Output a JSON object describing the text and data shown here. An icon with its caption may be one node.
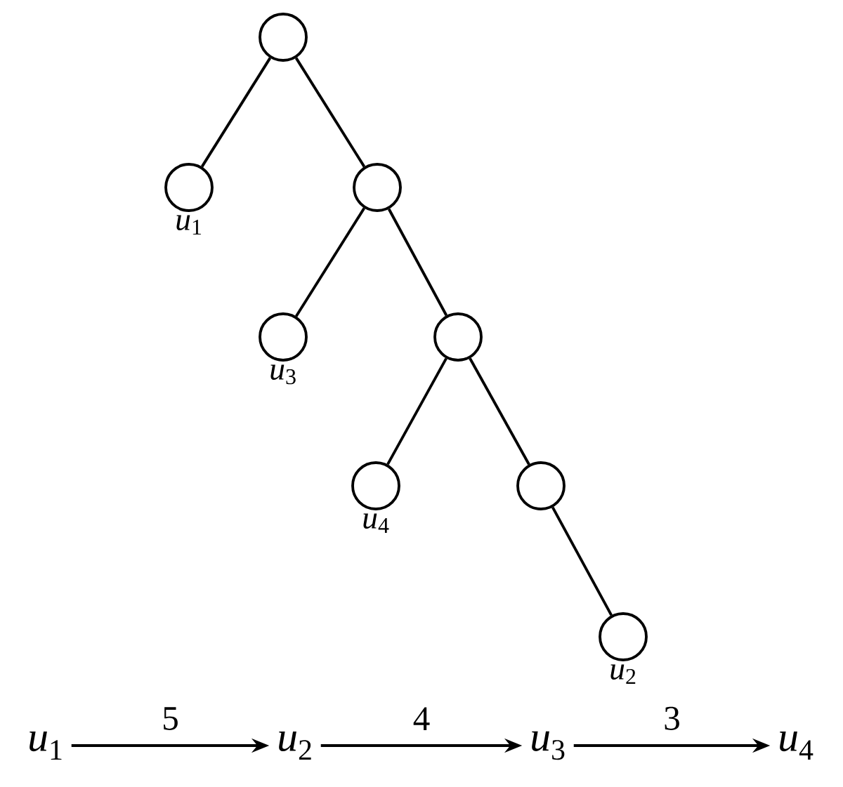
{
  "diagram": {
    "nodes": [
      {
        "text": [],
        "shape": "circle"
      },
      {
        "text": [],
        "shape": "circle",
        "beside": [
          "*u*$_{1}$"
        ]
      },
      {
        "text": [],
        "shape": "circle"
      },
      {
        "text": [],
        "shape": "circle",
        "beside": [
          "*u*$_{3}$"
        ]
      },
      {
        "text": [],
        "shape": "circle"
      },
      {
        "text": [],
        "shape": "circle",
        "beside": [
          "*u*$_{4}$"
        ]
      },
      {
        "text": [],
        "shape": "circle"
      },
      {
        "text": [],
        "shape": "circle",
        "beside": [
          "*u*$_{2}$"
        ]
      },
      {
        "text": [
          "*u*$_{1}$"
        ]
      },
      {
        "text": [
          "*u*$_{2}$"
        ]
      },
      {
        "text": [
          "*u*$_{3}$"
        ]
      },
      {
        "text": [
          "*u*$_{4}$"
        ]
      }
    ],
    "edges": [
      {
        "from": 0,
        "to": 1,
        "arrow": "none"
      },
      {
        "from": 0,
        "to": 2,
        "arrow": "none"
      },
      {
        "from": 2,
        "to": 3,
        "arrow": "none"
      },
      {
        "from": 2,
        "to": 4,
        "arrow": "none"
      },
      {
        "from": 4,
        "to": 5,
        "arrow": "none"
      },
      {
        "from": 4,
        "to": 6,
        "arrow": "none"
      },
      {
        "from": 6,
        "to": 7,
        "arrow": "none"
      },
      {
        "from": 8,
        "to": 9,
        "arrow": "to",
        "label": "5"
      },
      {
        "from": 9,
        "to": 10,
        "arrow": "to",
        "label": "4"
      },
      {
        "from": 10,
        "to": 11,
        "arrow": "to",
        "label": "3"
      }
    ]
  }
}
